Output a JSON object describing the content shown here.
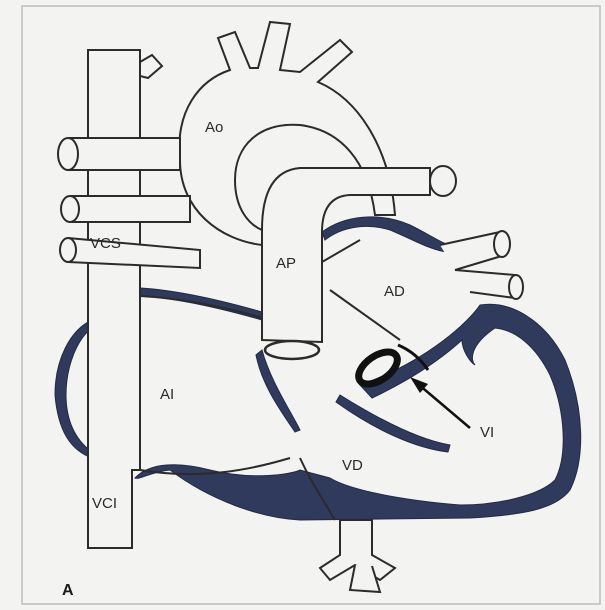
{
  "figure": {
    "panel_label": "A",
    "labels": {
      "ao": "Ao",
      "ap": "AP",
      "vcs": "VCS",
      "ad": "AD",
      "ai": "AI",
      "vd": "VD",
      "vi": "VI",
      "vci": "VCI"
    },
    "colors": {
      "outline": "#2b2b2b",
      "myocardium": "#2f3a5c",
      "paper": "#f3f3f1"
    }
  }
}
